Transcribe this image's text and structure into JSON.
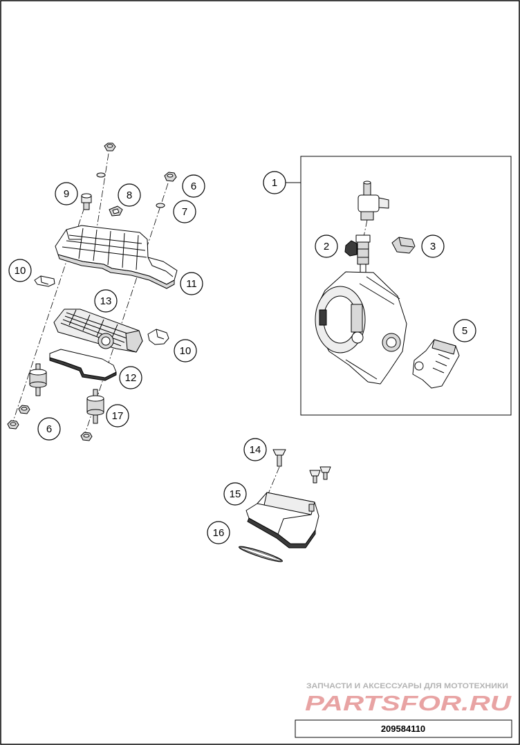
{
  "callouts": [
    "9",
    "8",
    "6",
    "7",
    "10",
    "11",
    "13",
    "10",
    "12",
    "6",
    "17",
    "1",
    "2",
    "3",
    "5",
    "14",
    "15",
    "16"
  ],
  "watermark": {
    "tagline": "ЗАПЧАСТИ И АКСЕССУАРЫ ДЛЯ МОТОТЕХНИКИ",
    "logo": "PARTSFOR.RU"
  },
  "drawing_number": "209584110",
  "colors": {
    "line": "#000000",
    "background": "#ffffff",
    "shade": "#d9d9d9",
    "watermark_logo": "#e8a3a3",
    "watermark_tagline": "#b4b4b4"
  }
}
